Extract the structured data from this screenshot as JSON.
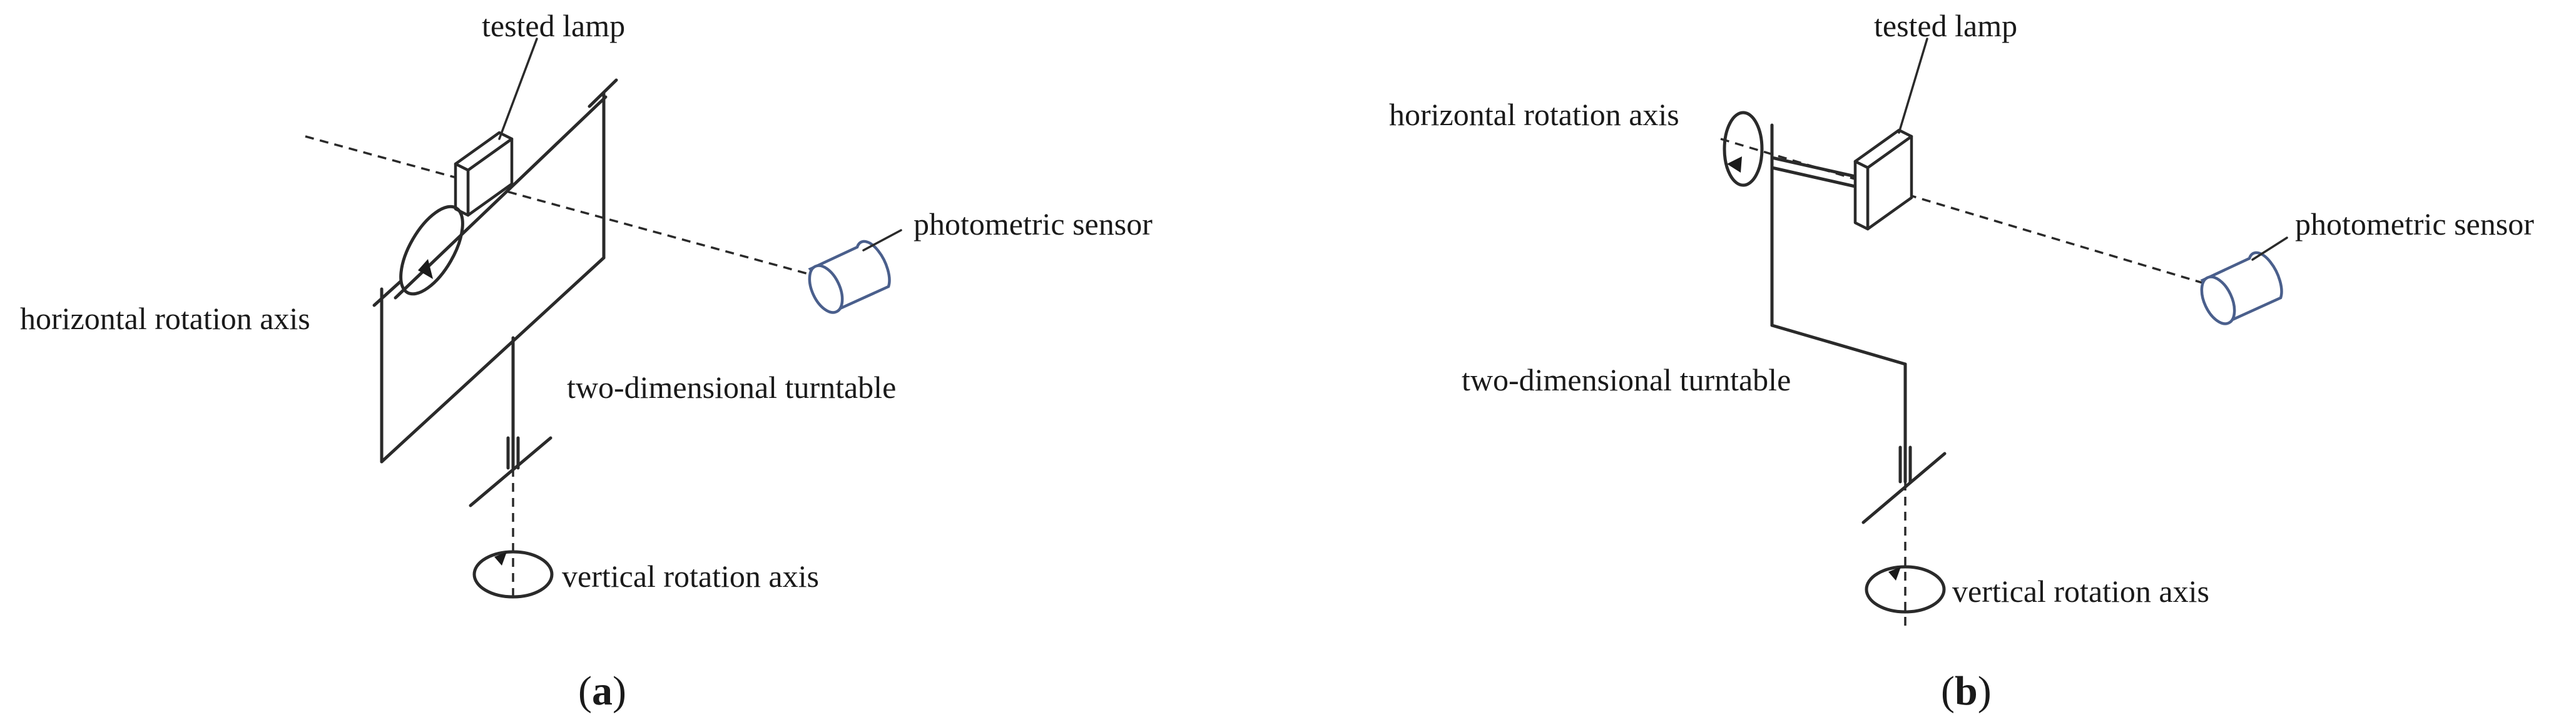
{
  "panel_a": {
    "caption_open": "(",
    "caption_letter": "a",
    "caption_close": ")",
    "labels": {
      "tested_lamp": "tested lamp",
      "photometric_sensor": "photometric sensor",
      "horizontal_rotation_axis": "horizontal rotation axis",
      "two_dimensional_turntable": "two-dimensional turntable",
      "vertical_rotation_axis": "vertical rotation axis"
    }
  },
  "panel_b": {
    "caption_open": "(",
    "caption_letter": "b",
    "caption_close": ")",
    "labels": {
      "tested_lamp": "tested lamp",
      "photometric_sensor": "photometric sensor",
      "horizontal_rotation_axis": "horizontal rotation axis",
      "two_dimensional_turntable": "two-dimensional turntable",
      "vertical_rotation_axis": "vertical rotation axis"
    }
  },
  "colors": {
    "line": "#2a2a2a",
    "sensor_outline": "#4a5f8c",
    "background": "#ffffff"
  }
}
